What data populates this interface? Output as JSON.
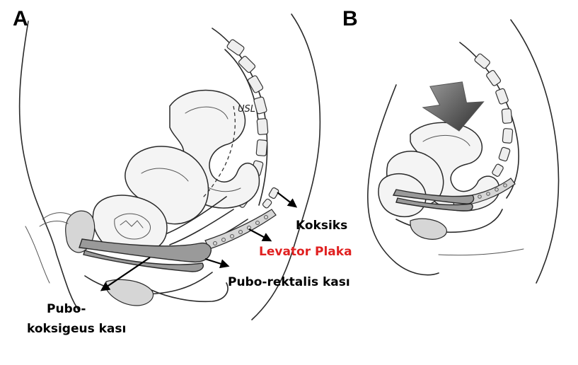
{
  "panels": {
    "a": {
      "letter": "A"
    },
    "b": {
      "letter": "B"
    }
  },
  "labels": {
    "usl": "USL",
    "koksiks": "Koksiks",
    "levator_plaka": "Levator Plaka",
    "pubo_rektalis": "Pubo-rektalis kası",
    "pubo_koksigeus_line1": "Pubo-",
    "pubo_koksigeus_line2": "koksigeus kası"
  },
  "colors": {
    "levator_plaka": "#e02020",
    "labels": "#000000"
  }
}
